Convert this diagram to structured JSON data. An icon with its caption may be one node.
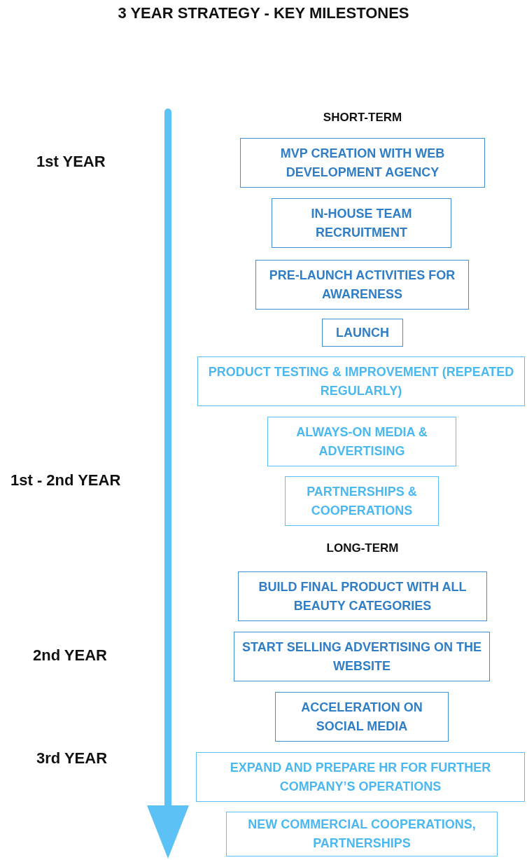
{
  "diagram": {
    "title": "3 YEAR STRATEGY - KEY MILESTONES",
    "nodes": [
      {
        "text": [
          "MVP CREATION WITH WEB DEVELOPMENT AGENCY"
        ]
      },
      {
        "text": [
          "IN-HOUSE TEAM RECRUITMENT"
        ]
      },
      {
        "text": [
          "PRE-LAUNCH ACTIVITIES FOR AWARENESS"
        ]
      },
      {
        "text": [
          "LAUNCH"
        ]
      },
      {
        "text": [
          "PRODUCT TESTING & IMPROVEMENT (REPEATED REGULARLY)"
        ]
      },
      {
        "text": [
          "ALWAYS-ON MEDIA & ADVERTISING"
        ]
      },
      {
        "text": [
          "PARTNERSHIPS & COOPERATIONS"
        ]
      },
      {
        "text": [
          "BUILD FINAL PRODUCT WITH ALL BEAUTY CATEGORIES"
        ]
      },
      {
        "text": [
          "START SELLING ADVERTISING ON THE WEBSITE"
        ]
      },
      {
        "text": [
          "ACCELERATION ON SOCIAL MEDIA"
        ]
      },
      {
        "text": [
          "EXPAND AND PREPARE HR FOR FURTHER COMPANY’S OPERATIONS"
        ]
      },
      {
        "text": [
          "NEW COMMERCIAL COOPERATIONS, PARTNERSHIPS"
        ]
      }
    ],
    "labels": [
      "SHORT-TERM",
      "1st YEAR",
      "1st - 2nd YEAR",
      "LONG-TERM",
      "2nd YEAR",
      "3rd YEAR"
    ]
  }
}
